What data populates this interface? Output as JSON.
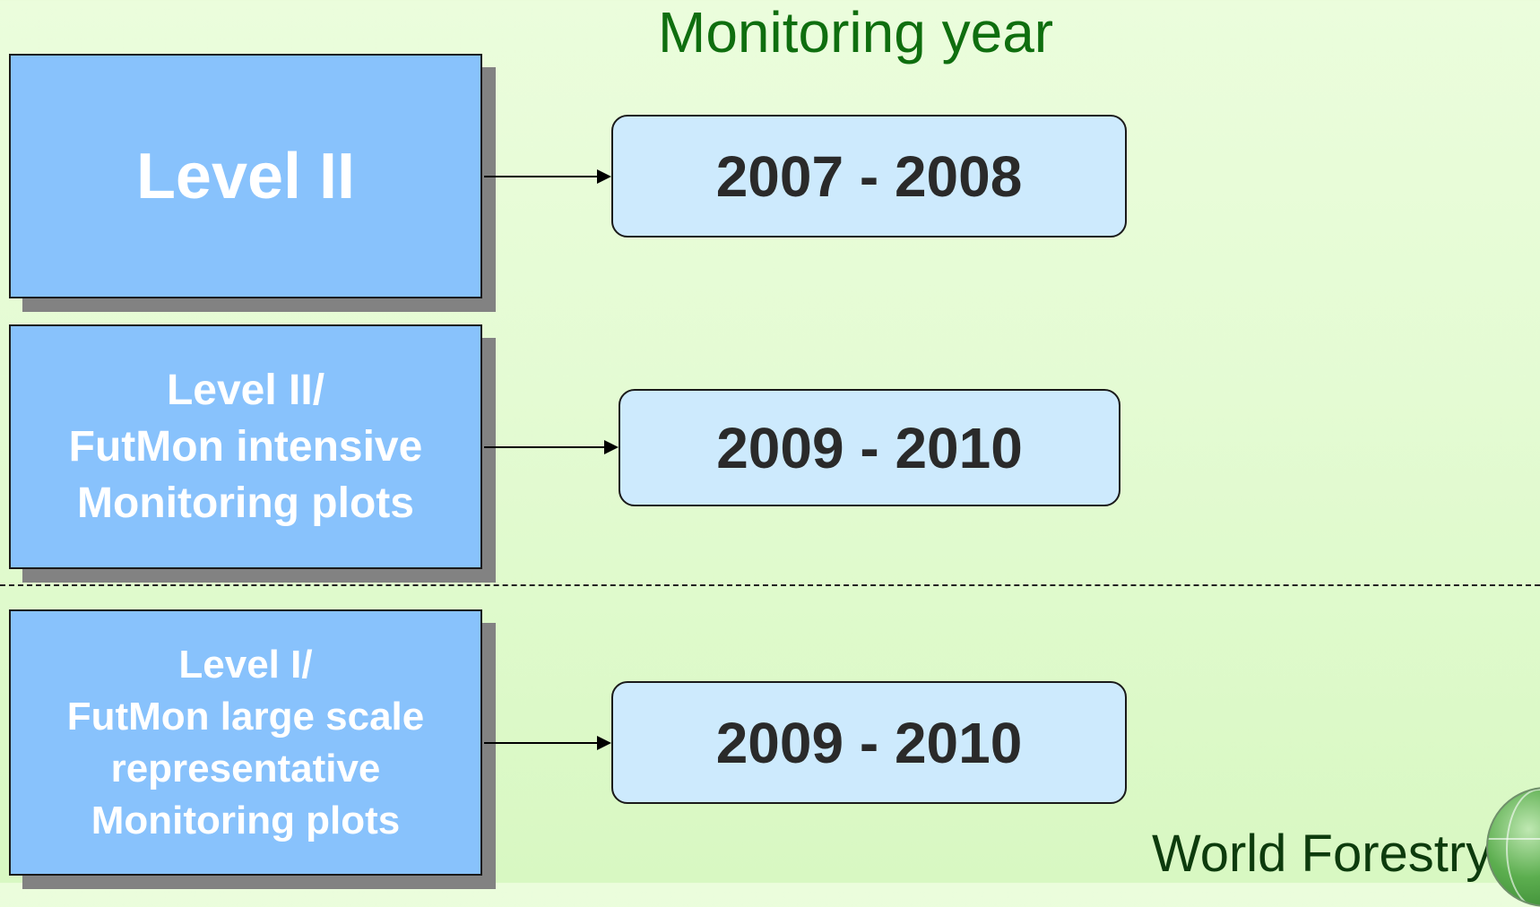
{
  "heading": "Monitoring year",
  "rows": [
    {
      "level_label": "Level II",
      "period": "2007 - 2008"
    },
    {
      "level_label": "Level II/\nFutMon intensive\nMonitoring plots",
      "period": "2009 - 2010"
    },
    {
      "level_label": "Level I/\nFutMon large scale\nrepresentative\nMonitoring plots",
      "period": "2009 - 2010"
    }
  ],
  "branding": {
    "text": "World Forestry",
    "logo_icon": "globe-icon"
  },
  "colors": {
    "level_box": "#88c2fc",
    "year_box": "#cdeafd",
    "heading": "#0f6e0f"
  }
}
